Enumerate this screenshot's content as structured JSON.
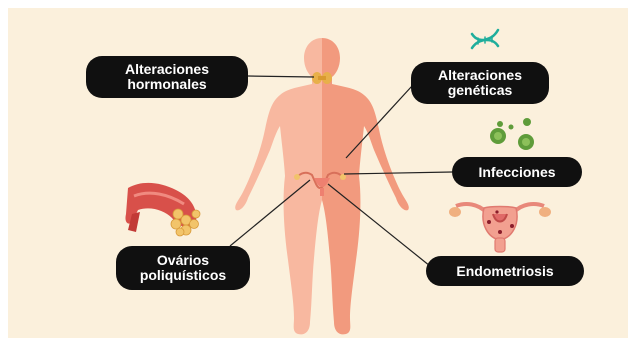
{
  "labels": {
    "hormonales": [
      "Alteraciones",
      "hormonales"
    ],
    "geneticas": [
      "Alteraciones",
      "genéticas"
    ],
    "infecciones": [
      "Infecciones"
    ],
    "ovarios": [
      "Ovários",
      "poliquísticos"
    ],
    "endometriosis": [
      "Endometriosis"
    ]
  },
  "icons": {
    "dna": "dna-icon",
    "bacteria": "bacteria-icon",
    "ovary": "ovary-icon",
    "uterus": "uterus-icon",
    "body": "human-body-icon"
  },
  "colors": {
    "background": "#fbf0dc",
    "skin_light": "#f8b8a0",
    "skin_dark": "#f29a7e",
    "pill": "#101010",
    "pill_text": "#ffffff",
    "line": "#222222"
  }
}
